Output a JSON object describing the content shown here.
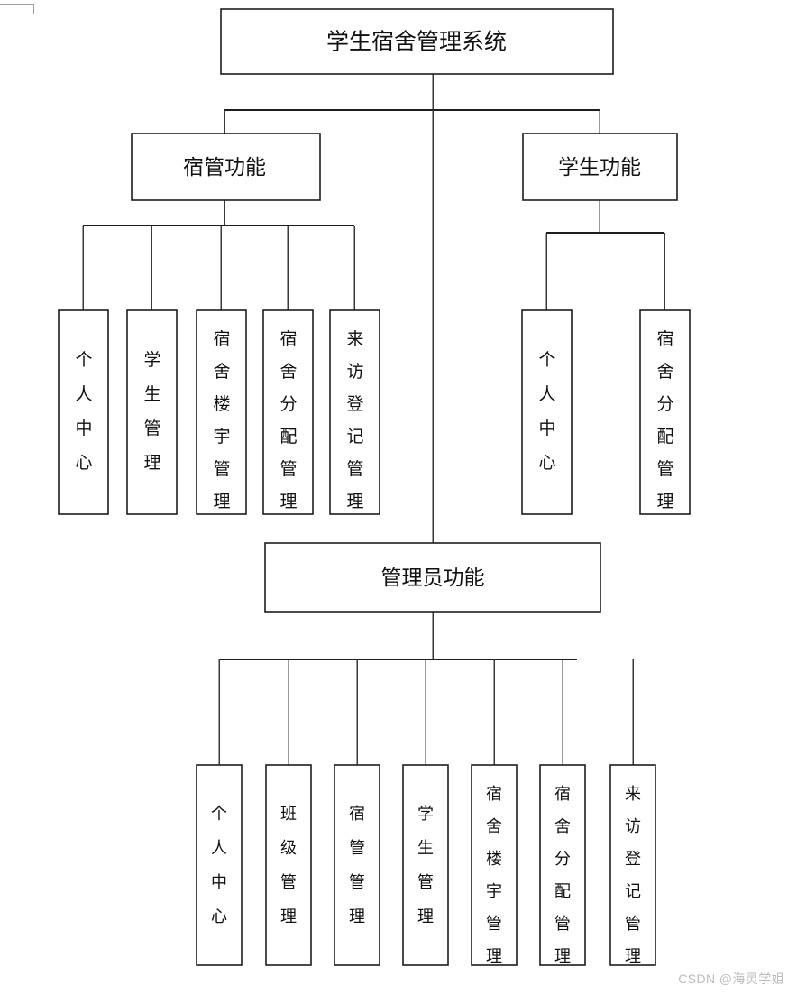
{
  "diagram": {
    "type": "org-tree",
    "title": "学生宿舍管理系统",
    "root": {
      "label": "学生宿舍管理系统"
    },
    "level2": [
      {
        "label": "宿管功能"
      },
      {
        "label": "学生功能"
      },
      {
        "label": "管理员功能"
      }
    ],
    "dorm_manager_children": [
      {
        "label": "个人中心"
      },
      {
        "label": "学生管理"
      },
      {
        "label": "宿舍楼宇管理"
      },
      {
        "label": "宿舍分配管理"
      },
      {
        "label": "来访登记管理"
      }
    ],
    "student_children": [
      {
        "label": "个人中心"
      },
      {
        "label": "宿舍分配管理"
      }
    ],
    "admin_children": [
      {
        "label": "个人中心"
      },
      {
        "label": "班级管理"
      },
      {
        "label": "宿管管理"
      },
      {
        "label": "学生管理"
      },
      {
        "label": "宿舍楼宇管理"
      },
      {
        "label": "宿舍分配管理"
      },
      {
        "label": "来访登记管理"
      }
    ],
    "colors": {
      "box_fill": "#ffffff",
      "box_stroke": "#1d1d1d",
      "connector": "#3a3a3a",
      "text": "#111111",
      "watermark": "#b8bcc2",
      "background": "#ffffff"
    }
  },
  "watermark": {
    "text": "CSDN @海灵学姐"
  }
}
